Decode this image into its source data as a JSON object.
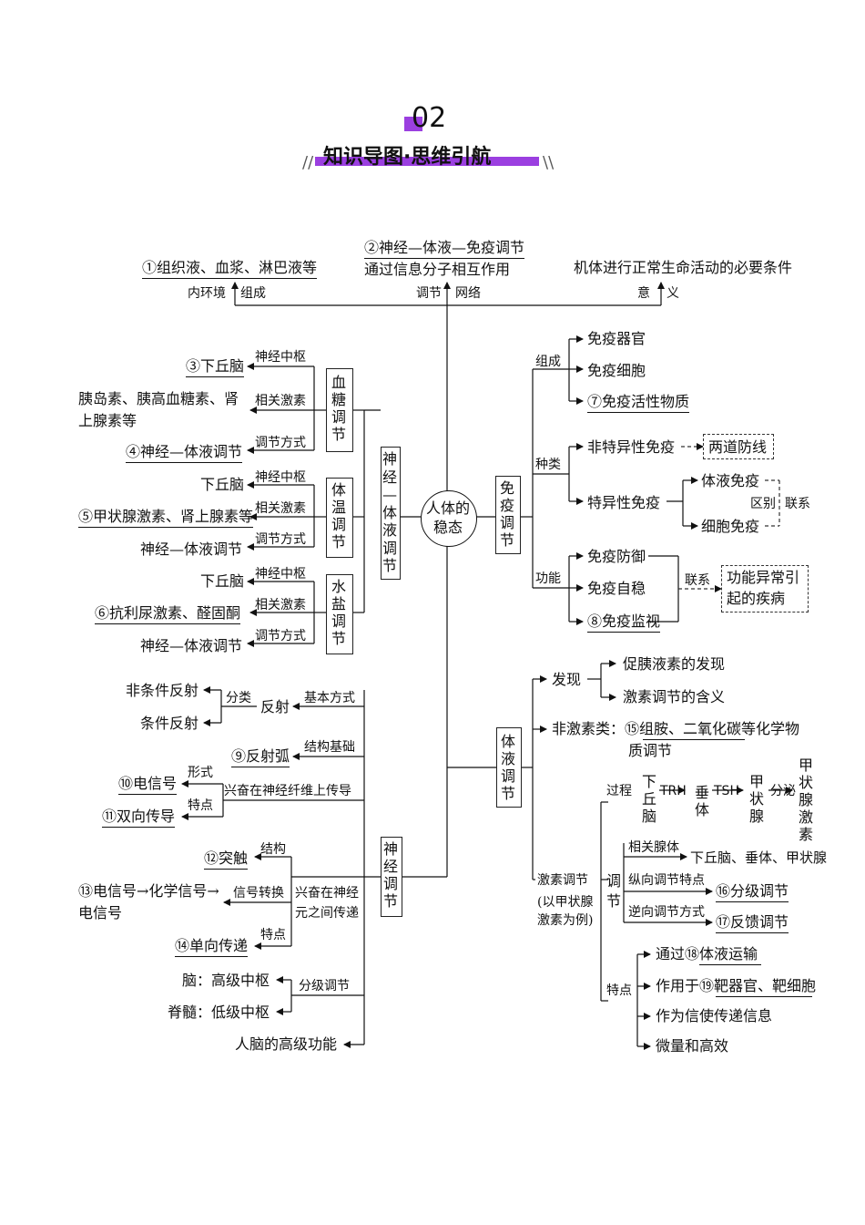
{
  "header": {
    "number": "02",
    "title": "知识导图·思维引航",
    "accent": "#9b3fe0"
  },
  "top": {
    "comp_text": "①组织液、血浆、淋巴液等",
    "reg_line1": "②神经—体液—免疫调节",
    "reg_line2": "通过信息分子相互作用",
    "meaning_text": "机体进行正常生命活动的必要条件",
    "nei_label": "内环境",
    "zucheng_label": "组成",
    "tiaojie_label": "调节",
    "wangluo_label": "网络",
    "yi_label": "意",
    "yi2_label": "义"
  },
  "center": "人体的稳态",
  "labels": {
    "shenjing_tiye": "神经—体液调节",
    "mianyi": "免疫调节",
    "tiye": "体液调节",
    "shenjing": "神经调节",
    "xuetang": "血糖调节",
    "tiwen": "体温调节",
    "shuiyan": "水盐调节"
  },
  "left_upper": {
    "g1": {
      "zhongshu_label": "神经中枢",
      "zhongshu": "③下丘脑",
      "jisu_label": "相关激素",
      "jisu1": "胰岛素、胰高血糖素、肾",
      "jisu2": "上腺素等",
      "fangshi_label": "调节方式",
      "fangshi": "④神经—体液调节"
    },
    "g2": {
      "zhongshu_label": "神经中枢",
      "zhongshu": "下丘脑",
      "jisu_label": "相关激素",
      "jisu": "⑤甲状腺激素、肾上腺素等",
      "fangshi_label": "调节方式",
      "fangshi": "神经—体液调节"
    },
    "g3": {
      "zhongshu_label": "神经中枢",
      "zhongshu": "下丘脑",
      "jisu_label": "相关激素",
      "jisu": "⑥抗利尿激素、醛固酮",
      "fangshi_label": "调节方式",
      "fangshi": "神经—体液调节"
    }
  },
  "immune": {
    "zucheng": "组成",
    "zc1": "免疫器官",
    "zc2": "免疫细胞",
    "zc3": "⑦免疫活性物质",
    "zhonglei": "种类",
    "fte": "非特异性免疫",
    "fte_box": "两道防线",
    "te": "特异性免疫",
    "tiye_my": "体液免疫",
    "xibao_my": "细胞免疫",
    "qubie": "区别",
    "lianxi": "联系",
    "gongneng": "功能",
    "gn1": "免疫防御",
    "gn2": "免疫自稳",
    "gn3": "⑧免疫监视",
    "gn_lianxi": "联系",
    "gn_box1": "功能异常引",
    "gn_box2": "起的疾病"
  },
  "nerve": {
    "fenlei": "分类",
    "fanshe": "反射",
    "jiben": "基本方式",
    "fei": "非条件反射",
    "tiao": "条件反射",
    "jiegou_jichu": "结构基础",
    "fanshehu": "⑨反射弧",
    "xingshi": "形式",
    "dianxinhao": "⑩电信号",
    "tedian": "特点",
    "shuangxiang": "⑪双向传导",
    "xianwei": "兴奋在神经纤维上传导",
    "jiegou": "结构",
    "tuchu": "⑫突触",
    "xinhao_zh": "信号转换",
    "sig1": "⑬电信号→化学信号→",
    "sig2": "电信号",
    "yuan1": "兴奋在神经",
    "yuan2": "元之间传递",
    "tedian2": "特点",
    "danxiang": "⑭单向传递",
    "nao": "脑：高级中枢",
    "jisui": "脊髓：低级中枢",
    "fenji": "分级调节",
    "gaoji": "人脑的高级功能"
  },
  "humoral": {
    "faxian": "发现",
    "fx1": "促胰液素的发现",
    "fx2": "激素调节的含义",
    "feiji": "非激素类：⑮组胺、二氧化碳等化学物",
    "feiji2": "质调节",
    "jisu_tj": "激素调节",
    "jisu_li": "(以甲状腺",
    "jisu_li2": "激素为例)",
    "guocheng": "过程",
    "xqn": "下丘脑",
    "trh": "TRH",
    "chuiti": "垂体",
    "tsh": "TSH",
    "jzx": "甲状腺",
    "fenmi": "分泌",
    "jzxjs": "甲状腺激素",
    "tiao": "调节",
    "xiangguan": "相关腺体",
    "xiangguan_v": "下丘脑、垂体、甲状腺",
    "zongxiang": "纵向调节特点",
    "fenji_tj": "⑯分级调节",
    "nixiang": "逆向调节方式",
    "fankui": "⑰反馈调节",
    "tedian": "特点",
    "td1": "通过⑱体液运输",
    "td2": "作用于⑲靶器官、靶细胞",
    "td3": "作为信使传递信息",
    "td4": "微量和高效"
  }
}
